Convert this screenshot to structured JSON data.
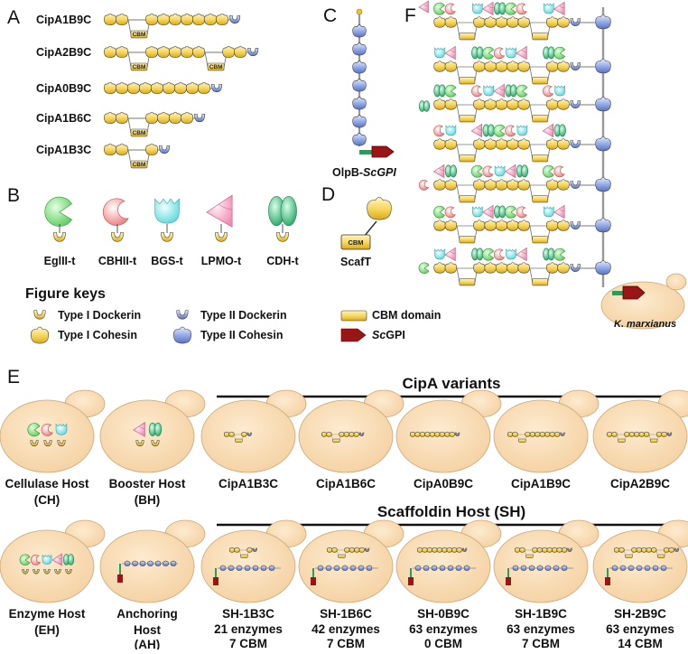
{
  "panels": {
    "a": "A",
    "b": "B",
    "c": "C",
    "d": "D",
    "e": "E",
    "f": "F"
  },
  "cipa_constructs": [
    {
      "name": "CipA1B9C",
      "cohesins": 9,
      "cbm_after": [
        2
      ],
      "cbm_label": "CBM"
    },
    {
      "name": "CipA2B9C",
      "cohesins": 9,
      "cbm_after": [
        2,
        7
      ],
      "cbm_label": "CBM"
    },
    {
      "name": "CipA0B9C",
      "cohesins": 9,
      "cbm_after": [],
      "cbm_label": "CBM"
    },
    {
      "name": "CipA1B6C",
      "cohesins": 6,
      "cbm_after": [
        2
      ],
      "cbm_label": "CBM"
    },
    {
      "name": "CipA1B3C",
      "cohesins": 3,
      "cbm_after": [
        2
      ],
      "cbm_label": "CBM"
    }
  ],
  "enzymes": [
    {
      "name": "EglII-t",
      "shape": "pacman",
      "color": "#6fd36f"
    },
    {
      "name": "CBHII-t",
      "shape": "crescent",
      "color": "#ee8d8d"
    },
    {
      "name": "BGS-t",
      "shape": "cup",
      "color": "#8ee8ea"
    },
    {
      "name": "LPMO-t",
      "shape": "triangle",
      "color": "#f4a3bf"
    },
    {
      "name": "CDH-t",
      "shape": "double-oval",
      "color": "#3fbf7e"
    }
  ],
  "olpb_label": "OlpB-",
  "olpb_suffix": "ScGPI",
  "scaft": {
    "name": "ScafT",
    "cbm_label": "CBM"
  },
  "host_f_label": "K. marxianus",
  "figure_keys": {
    "title": "Figure keys",
    "items": [
      "Type I Dockerin",
      "Type II Dockerin",
      "CBM domain",
      "Type I Cohesin",
      "Type II Cohesin",
      "ScGPI"
    ]
  },
  "section_e": {
    "cipa_header": "CipA variants",
    "sh_header": "Scaffoldin Host (SH)",
    "hosts_top": [
      {
        "label1": "Cellulase Host",
        "label2": "(CH)"
      },
      {
        "label1": "Booster Host",
        "label2": "(BH)"
      }
    ],
    "cipa_variants": [
      "CipA1B3C",
      "CipA1B6C",
      "CipA0B9C",
      "CipA1B9C",
      "CipA2B9C"
    ],
    "hosts_bottom": [
      {
        "label1": "Enzyme Host",
        "label2": "(EH)"
      },
      {
        "label1": "Anchoring",
        "label2": "Host",
        "label3": "(AH)"
      }
    ],
    "sh_variants": [
      {
        "name": "SH-1B3C",
        "enzymes": "21 enzymes",
        "cbm": "7 CBM"
      },
      {
        "name": "SH-1B6C",
        "enzymes": "42 enzymes",
        "cbm": "7 CBM"
      },
      {
        "name": "SH-0B9C",
        "enzymes": "63 enzymes",
        "cbm": "0 CBM"
      },
      {
        "name": "SH-1B9C",
        "enzymes": "63 enzymes",
        "cbm": "7 CBM"
      },
      {
        "name": "SH-2B9C",
        "enzymes": "63 enzymes",
        "cbm": "14 CBM"
      }
    ]
  },
  "colors": {
    "type1": "#f5d55a",
    "type2": "#8fa6e6",
    "cell": "#f9ddb3",
    "gpi": "#9a1515",
    "anchor": "#2e9b5d"
  }
}
